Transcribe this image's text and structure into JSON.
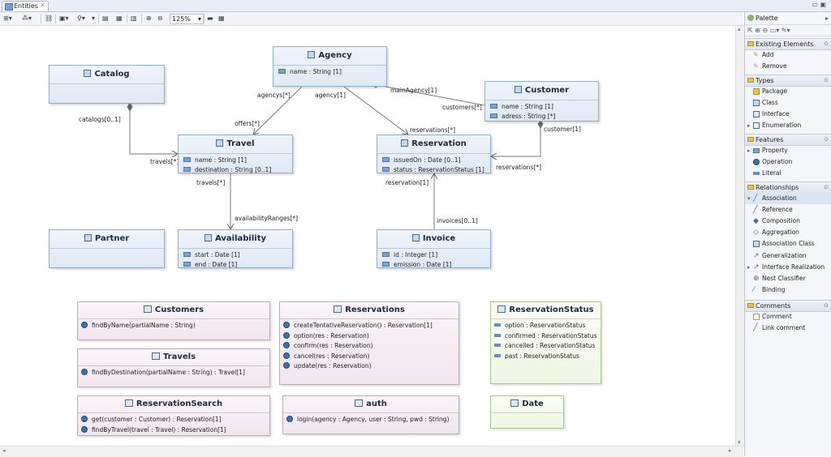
{
  "tab": {
    "label": "Entities"
  },
  "toolbar": {
    "zoom": "125%"
  },
  "palette": {
    "title": "Palette",
    "drawers": [
      {
        "label": "Existing Elements",
        "items": [
          "Add",
          "Remove"
        ]
      },
      {
        "label": "Types",
        "items": [
          "Package",
          "Class",
          "Interface",
          "Enumeration"
        ]
      },
      {
        "label": "Features",
        "items": [
          "Property",
          "Operation",
          "Literal"
        ]
      },
      {
        "label": "Relationships",
        "items": [
          "Association",
          "Reference",
          "Composition",
          "Aggregation",
          "Association Class",
          "Generalization",
          "Interface Realization",
          "Nest Classifier",
          "Binding"
        ]
      },
      {
        "label": "Comments",
        "items": [
          "Comment",
          "Link comment"
        ]
      }
    ]
  },
  "classes": {
    "catalog": {
      "name": "Catalog",
      "attributes": []
    },
    "agency": {
      "name": "Agency",
      "attributes": [
        "name : String [1]"
      ]
    },
    "customer": {
      "name": "Customer",
      "attributes": [
        "name : String [1]",
        "adress : String [*]"
      ]
    },
    "travel": {
      "name": "Travel",
      "attributes": [
        "name : String [1]",
        "destination : String [0..1]"
      ]
    },
    "reservation": {
      "name": "Reservation",
      "attributes": [
        "issuedOn : Date [0..1]",
        "status : ReservationStatus [1]"
      ]
    },
    "partner": {
      "name": "Partner",
      "attributes": []
    },
    "availability": {
      "name": "Availability",
      "attributes": [
        "start : Date [1]",
        "end : Date [1]"
      ]
    },
    "invoice": {
      "name": "Invoice",
      "attributes": [
        "id : Integer [1]",
        "emission : Date [1]"
      ]
    }
  },
  "interfaces": {
    "customers": {
      "name": "Customers",
      "operations": [
        "findByName(partialName : String)"
      ]
    },
    "travels": {
      "name": "Travels",
      "operations": [
        "findByDestination(partialName : String) : Travel[1]"
      ]
    },
    "reservationSearch": {
      "name": "ReservationSearch",
      "operations": [
        "get(customer : Customer) : Reservation[1]",
        "findByTravel(travel : Travel) : Reservation[1]"
      ]
    },
    "reservations": {
      "name": "Reservations",
      "operations": [
        "createTentativeReservation() : Reservation[1]",
        "option(res : Reservation)",
        "confirm(res : Reservation)",
        "cancel(res : Reservation)",
        "update(res : Reservation)"
      ]
    },
    "auth": {
      "name": "auth",
      "operations": [
        "login(agency : Agency, user : String, pwd : String)"
      ]
    }
  },
  "enums": {
    "reservationStatus": {
      "name": "ReservationStatus",
      "literals": [
        "option : ReservationStatus",
        "confirmed : ReservationStatus",
        "cancelled : ReservationStatus",
        "past : ReservationStatus"
      ]
    },
    "date": {
      "name": "Date",
      "literals": []
    }
  },
  "edgeLabels": {
    "catalogs": "catalogs[0..1]",
    "travelsCat": "travels[*]",
    "agencys": "agencys[*]",
    "offers": "offers[*]",
    "agency": "agency[1]",
    "mainAgency": "mainAgency[1]",
    "customers": "customers[*]",
    "reservationsAg": "reservations[*]",
    "customer1": "customer[1]",
    "reservationsCust": "reservations[*]",
    "travelsAv": "travels[*]",
    "availabilityRanges": "availabilityRanges[*]",
    "reservation1": "reservation[1]",
    "invoices": "invoices[0..1]"
  }
}
